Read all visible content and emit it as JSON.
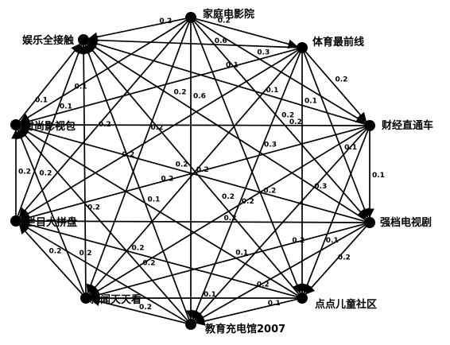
{
  "nodes": [
    {
      "id": "jiating",
      "label": "家庭电影院"
    },
    {
      "id": "tiyu",
      "label": "体育最前线"
    },
    {
      "id": "caijing",
      "label": "财经直通车"
    },
    {
      "id": "qiangdang",
      "label": "强档电视剧"
    },
    {
      "id": "diandian",
      "label": "点点儿童社区"
    },
    {
      "id": "jiaoyu",
      "label": "教育充电馆2007"
    },
    {
      "id": "xinwen",
      "label": "新闻天天看"
    },
    {
      "id": "lanmu",
      "label": "栏目大拼盘"
    },
    {
      "id": "shishang",
      "label": "时尚影视包"
    },
    {
      "id": "yule",
      "label": "娱乐全接触"
    }
  ],
  "edge_weights": [
    "0.2",
    "0.3",
    "0.2",
    "0.2",
    "0.6",
    "0.2",
    "0.2",
    "0.1",
    "0.2",
    "0.2",
    "0.1",
    "0.1",
    "0.3",
    "0.2",
    "0.2",
    "0.1",
    "0.6",
    "0.1",
    "0.1",
    "0.3",
    "0.2",
    "0.2",
    "0.2",
    "0.1",
    "0.2",
    "0.2",
    "0.2",
    "0.2",
    "0.2",
    "0.2",
    "0.1",
    "0.1",
    "0.2",
    "0.1",
    "0.2",
    "0.2",
    "0.2",
    "0.2",
    "0.1",
    "0.2",
    "0.2",
    "0.2",
    "0.2",
    "0.1",
    "0.1"
  ]
}
